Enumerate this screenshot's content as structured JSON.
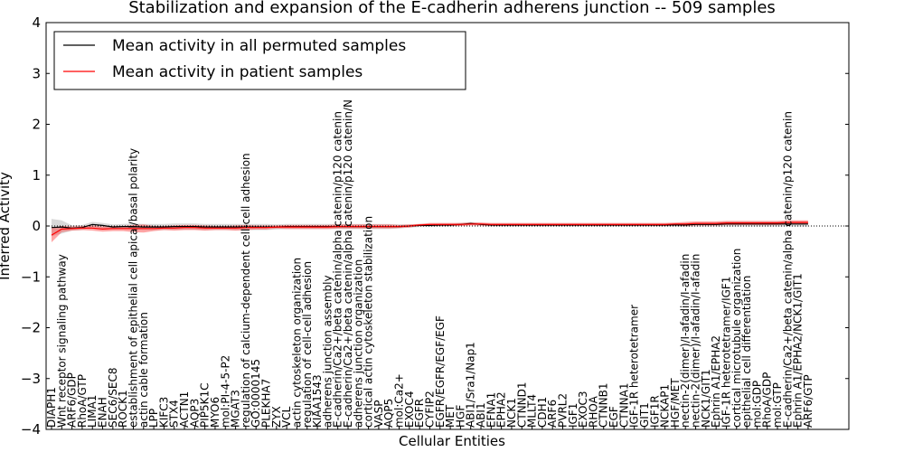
{
  "chart_data": {
    "type": "line",
    "title": "Stabilization and expansion of the E-cadherin adherens junction -- 509 samples",
    "xlabel": "Cellular Entities",
    "ylabel": "Inferred Activity",
    "ylim": [
      -4,
      4
    ],
    "yticks": [
      "4",
      "3",
      "2",
      "1",
      "0",
      "−1",
      "−2",
      "−3",
      "−4"
    ],
    "legend_position": "top-left",
    "colors": {
      "permuted": "#000000",
      "patient": "#ff0000",
      "permuted_band": "#b9b9b9",
      "patient_band": "#ff4c4c"
    },
    "categories": [
      "DIAPH1",
      "Wnt receptor signaling pathway",
      "ARF6/GDP",
      "RhoA/GTP",
      "LIMA1",
      "ENAH",
      "SEC6/SEC8",
      "ROCK1",
      "establishment of epithelial cell apical/basal polarity",
      "actin cable formation",
      "LPP",
      "KIFC3",
      "STX4",
      "ACTN1",
      "AQP3",
      "PIP5K1C",
      "MYO6",
      "mol:PI-4-5-P2",
      "MGAT3",
      "regulation of calcium-dependent cell-cell adhesion",
      "GO:0000145",
      "PLEKHA7",
      "ZYX",
      "VCL",
      "actin cytoskeleton organization",
      "regulation of cell-cell adhesion",
      "KIAA1543",
      "adherens junction assembly",
      "E-cadherin/Ca2+/beta catenin/alpha catenin/p120 catenin",
      "E-cadherin/Ca2+/beta catenin/alpha catenin/p120 catenin/N",
      "adherens junction organization",
      "cortical actin cytoskeleton stabilization",
      "VASP",
      "AQP5",
      "mol:Ca2+",
      "EXOC4",
      "EGFR",
      "CYFIP2",
      "EGFR/EGFR/EGF/EGF",
      "MET",
      "HGF",
      "ABI1/Sra1/Nap1",
      "ABI1",
      "EFNA1",
      "EPHA2",
      "NCK1",
      "CTNND1",
      "MLLT4",
      "CDH1",
      "ARF6",
      "PVRL2",
      "IGF1",
      "EXOC3",
      "RHOA",
      "CTNNB1",
      "EGF",
      "CTNNA1",
      "IGF-1R heterotetramer",
      "GIT1",
      "IGF1R",
      "NCKAP1",
      "HGF/MET",
      "nectin-2(dimer)/I-afadin/I-afadin",
      "nectin-2(dimer)/I-afadin/I-afadin",
      "NCK1/GIT1",
      "Ephrin A1/EPHA2",
      "IGF-1R heterotetramer/IGF1",
      "cortical microtubule organization",
      "epithelial cell differentiation",
      "mol:GDP",
      "RhoA/GDP",
      "mol:GTP",
      "E-cadherin/Ca2+/beta catenin/alpha catenin/p120 catenin",
      "Ephrin A1/EPHA2/NCK1/GIT1",
      "ARF6/GTP"
    ],
    "series": [
      {
        "name": "Mean activity in all permuted samples",
        "values": [
          -0.03,
          -0.02,
          -0.04,
          -0.03,
          0.03,
          0.01,
          -0.02,
          -0.01,
          -0.01,
          -0.02,
          -0.02,
          -0.02,
          -0.01,
          -0.01,
          -0.01,
          -0.02,
          -0.02,
          -0.02,
          -0.02,
          -0.02,
          -0.02,
          -0.02,
          -0.02,
          -0.01,
          -0.01,
          -0.01,
          -0.01,
          -0.01,
          -0.01,
          -0.01,
          -0.01,
          -0.01,
          -0.01,
          -0.01,
          -0.01,
          0.0,
          0.01,
          0.01,
          0.02,
          0.02,
          0.03,
          0.05,
          0.03,
          0.02,
          0.02,
          0.02,
          0.02,
          0.02,
          0.02,
          0.02,
          0.02,
          0.02,
          0.02,
          0.02,
          0.02,
          0.02,
          0.02,
          0.02,
          0.02,
          0.02,
          0.02,
          0.02,
          0.02,
          0.03,
          0.03,
          0.03,
          0.04,
          0.04,
          0.04,
          0.04,
          0.04,
          0.04,
          0.04,
          0.04,
          0.04
        ],
        "band": [
          0.17,
          0.13,
          0.05,
          0.05,
          0.05,
          0.05,
          0.05,
          0.05,
          0.06,
          0.06,
          0.06,
          0.06,
          0.06,
          0.06,
          0.06,
          0.06,
          0.06,
          0.06,
          0.06,
          0.06,
          0.06,
          0.06,
          0.05,
          0.05,
          0.05,
          0.05,
          0.05,
          0.05,
          0.05,
          0.05,
          0.05,
          0.05,
          0.05,
          0.05,
          0.04,
          0.03,
          0.03,
          0.03,
          0.03,
          0.03,
          0.03,
          0.03,
          0.03,
          0.03,
          0.03,
          0.03,
          0.03,
          0.03,
          0.03,
          0.03,
          0.03,
          0.03,
          0.03,
          0.03,
          0.03,
          0.03,
          0.03,
          0.03,
          0.03,
          0.03,
          0.03,
          0.03,
          0.04,
          0.04,
          0.04,
          0.04,
          0.05,
          0.05,
          0.05,
          0.05,
          0.05,
          0.05,
          0.05,
          0.05,
          0.05
        ]
      },
      {
        "name": "Mean activity in patient samples",
        "values": [
          -0.18,
          -0.06,
          -0.05,
          -0.04,
          -0.04,
          -0.06,
          -0.05,
          -0.05,
          -0.05,
          -0.05,
          -0.05,
          -0.04,
          -0.04,
          -0.03,
          -0.03,
          -0.04,
          -0.04,
          -0.04,
          -0.04,
          -0.03,
          -0.03,
          -0.03,
          -0.02,
          -0.02,
          -0.02,
          -0.02,
          -0.02,
          -0.02,
          -0.01,
          -0.01,
          -0.01,
          -0.01,
          -0.01,
          -0.01,
          -0.01,
          0.0,
          0.02,
          0.03,
          0.03,
          0.03,
          0.03,
          0.04,
          0.04,
          0.03,
          0.03,
          0.03,
          0.03,
          0.03,
          0.03,
          0.03,
          0.03,
          0.03,
          0.03,
          0.03,
          0.03,
          0.03,
          0.03,
          0.03,
          0.03,
          0.03,
          0.03,
          0.04,
          0.04,
          0.05,
          0.05,
          0.05,
          0.06,
          0.06,
          0.06,
          0.06,
          0.06,
          0.06,
          0.07,
          0.07,
          0.07
        ],
        "band": [
          0.14,
          0.06,
          0.04,
          0.04,
          0.05,
          0.05,
          0.05,
          0.05,
          0.07,
          0.08,
          0.05,
          0.04,
          0.05,
          0.05,
          0.05,
          0.05,
          0.04,
          0.04,
          0.05,
          0.05,
          0.04,
          0.04,
          0.03,
          0.04,
          0.04,
          0.04,
          0.04,
          0.04,
          0.04,
          0.04,
          0.04,
          0.04,
          0.04,
          0.04,
          0.03,
          0.03,
          0.02,
          0.03,
          0.03,
          0.03,
          0.03,
          0.03,
          0.03,
          0.03,
          0.03,
          0.03,
          0.03,
          0.03,
          0.03,
          0.03,
          0.03,
          0.03,
          0.03,
          0.03,
          0.03,
          0.03,
          0.03,
          0.03,
          0.03,
          0.03,
          0.03,
          0.03,
          0.04,
          0.04,
          0.04,
          0.04,
          0.04,
          0.04,
          0.04,
          0.04,
          0.04,
          0.04,
          0.04,
          0.04,
          0.04
        ]
      }
    ]
  }
}
